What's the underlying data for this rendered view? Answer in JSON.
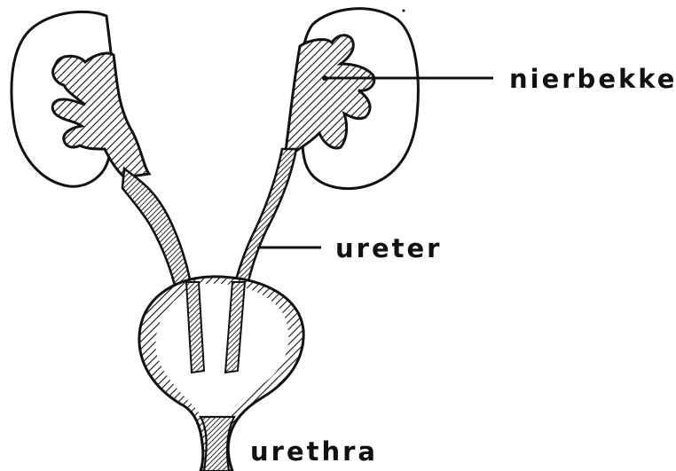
{
  "labels": {
    "renal_pelvis": "nierbekken",
    "ureter": "ureter",
    "urethra": "urethra"
  },
  "colors": {
    "ink": "#111111",
    "background": "#ffffff"
  }
}
